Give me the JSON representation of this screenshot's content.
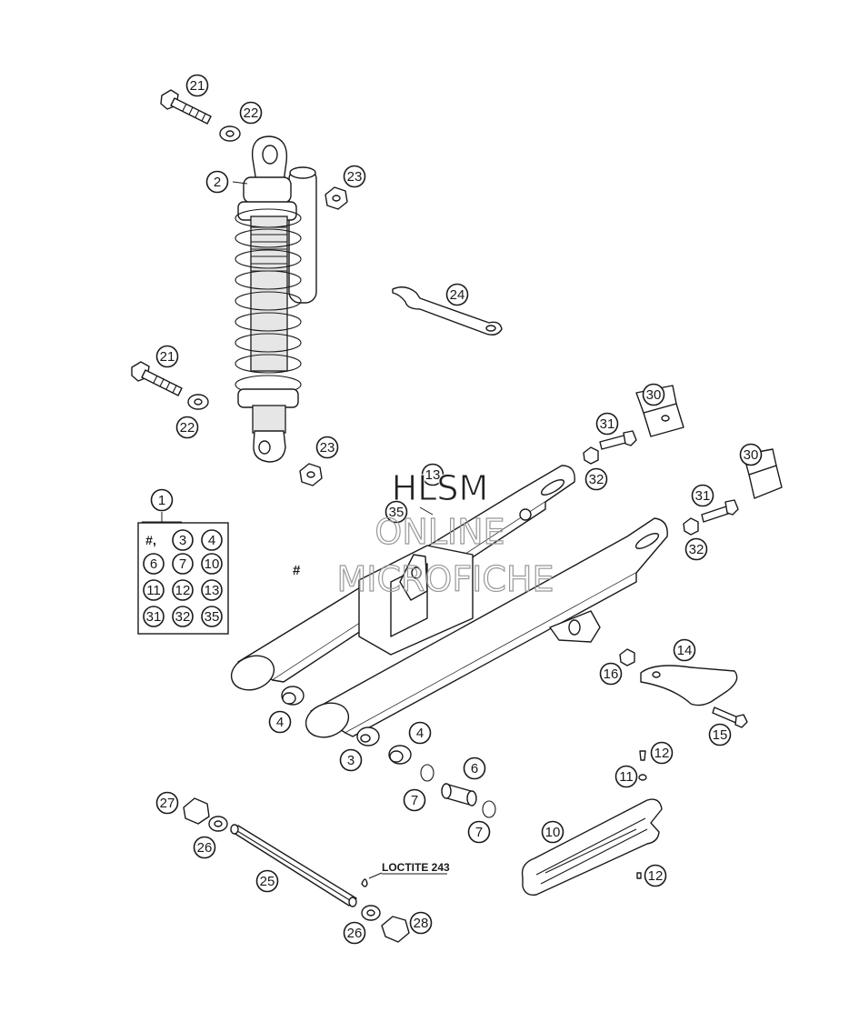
{
  "diagram": {
    "note": "LOCTITE 243",
    "hash_mark": "#",
    "kit_hash": "#,",
    "kit_label": "1",
    "kit_items": [
      "3",
      "4",
      "6",
      "7",
      "10",
      "11",
      "12",
      "13",
      "31",
      "32",
      "35"
    ]
  },
  "watermark": {
    "line1": "HLSM",
    "line2": "ONLINE",
    "line3": "MICROFICHE"
  },
  "callouts": [
    {
      "id": "c21a",
      "label": "21"
    },
    {
      "id": "c22a",
      "label": "22"
    },
    {
      "id": "c2",
      "label": "2"
    },
    {
      "id": "c23a",
      "label": "23"
    },
    {
      "id": "c24",
      "label": "24"
    },
    {
      "id": "c21b",
      "label": "21"
    },
    {
      "id": "c22b",
      "label": "22"
    },
    {
      "id": "c23b",
      "label": "23"
    },
    {
      "id": "c30a",
      "label": "30"
    },
    {
      "id": "c31a",
      "label": "31"
    },
    {
      "id": "c32a",
      "label": "32"
    },
    {
      "id": "c13",
      "label": "13"
    },
    {
      "id": "c35",
      "label": "35"
    },
    {
      "id": "c30b",
      "label": "30"
    },
    {
      "id": "c31b",
      "label": "31"
    },
    {
      "id": "c32b",
      "label": "32"
    },
    {
      "id": "c14",
      "label": "14"
    },
    {
      "id": "c16",
      "label": "16"
    },
    {
      "id": "c15",
      "label": "15"
    },
    {
      "id": "c4a",
      "label": "4"
    },
    {
      "id": "c3",
      "label": "3"
    },
    {
      "id": "c4b",
      "label": "4"
    },
    {
      "id": "c6",
      "label": "6"
    },
    {
      "id": "c7a",
      "label": "7"
    },
    {
      "id": "c7b",
      "label": "7"
    },
    {
      "id": "c12a",
      "label": "12"
    },
    {
      "id": "c11",
      "label": "11"
    },
    {
      "id": "c10",
      "label": "10"
    },
    {
      "id": "c12b",
      "label": "12"
    },
    {
      "id": "c27",
      "label": "27"
    },
    {
      "id": "c26a",
      "label": "26"
    },
    {
      "id": "c25",
      "label": "25"
    },
    {
      "id": "c26b",
      "label": "26"
    },
    {
      "id": "c28",
      "label": "28"
    }
  ]
}
